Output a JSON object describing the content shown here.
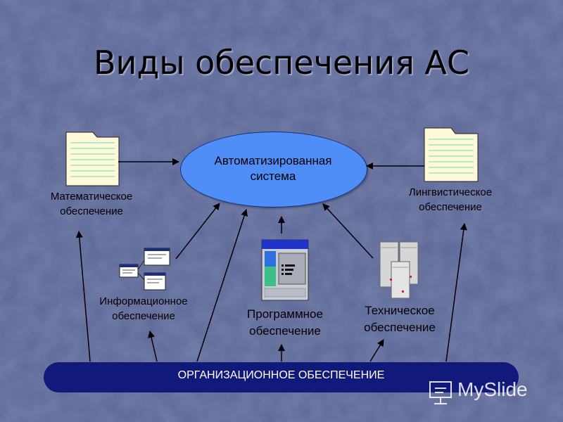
{
  "title": "Виды обеспечения АС",
  "center": {
    "line1": "Автоматизированная",
    "line2": "система"
  },
  "nodes": {
    "math": {
      "line1": "Математическое",
      "line2": "обеспечение"
    },
    "ling": {
      "line1": "Лингвистическое",
      "line2": "обеспечение"
    },
    "info": {
      "line1": "Информационное",
      "line2": "обеспечение"
    },
    "prog": {
      "line1": "Программное",
      "line2": "обеспечение"
    },
    "tech": {
      "line1": "Техническое",
      "line2": "обеспечение"
    }
  },
  "org_bar": {
    "label": "ОРГАНИЗАЦИОННОЕ ОБЕСПЕЧЕНИЕ"
  },
  "watermark": {
    "text": "MySlide"
  },
  "colors": {
    "background": "#5f6a9a",
    "center_fill": "#4f8ef7",
    "org_bar": "#111a7a",
    "doc_lines": "#9be6c4"
  }
}
